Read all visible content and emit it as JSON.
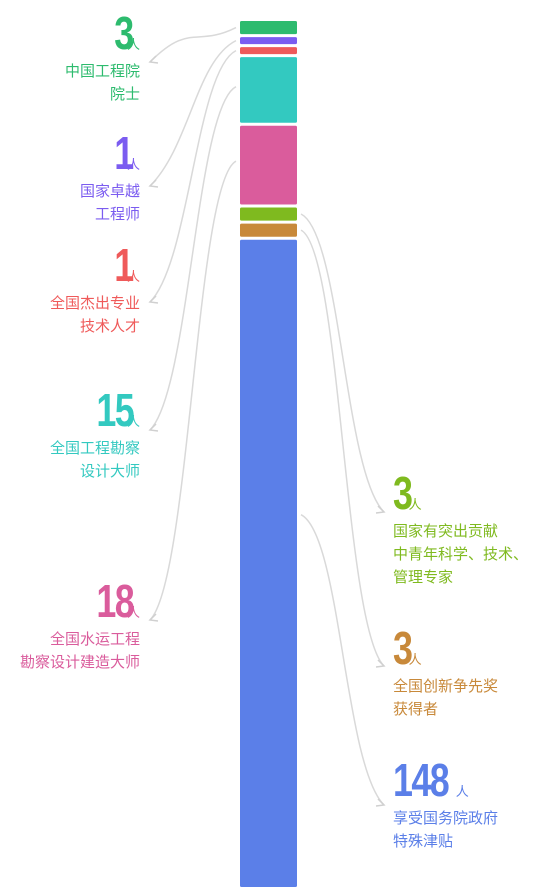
{
  "chart_data": {
    "type": "bar",
    "layout": "stacked-single-column",
    "unit": "人",
    "segments": [
      {
        "value": 3,
        "label": "中国工程院\n院士",
        "color": "#2dbb6e",
        "side": "left"
      },
      {
        "value": 1,
        "label": "国家卓越\n工程师",
        "color": "#7b5cf0",
        "side": "left"
      },
      {
        "value": 1,
        "label": "全国杰出专业\n技术人才",
        "color": "#ef5a5a",
        "side": "left"
      },
      {
        "value": 15,
        "label": "全国工程勘察\n设计大师",
        "color": "#33c9c0",
        "side": "left"
      },
      {
        "value": 18,
        "label": "全国水运工程\n勘察设计建造大师",
        "color": "#da5c9c",
        "side": "left"
      },
      {
        "value": 3,
        "label": "国家有突出贡献\n中青年科学、技术、\n管理专家",
        "color": "#7fba1f",
        "side": "right"
      },
      {
        "value": 3,
        "label": "全国创新争先奖\n获得者",
        "color": "#c8893a",
        "side": "right"
      },
      {
        "value": 148,
        "label": "享受国务院政府\n特殊津贴",
        "color": "#5b7fe8",
        "side": "right"
      }
    ]
  }
}
